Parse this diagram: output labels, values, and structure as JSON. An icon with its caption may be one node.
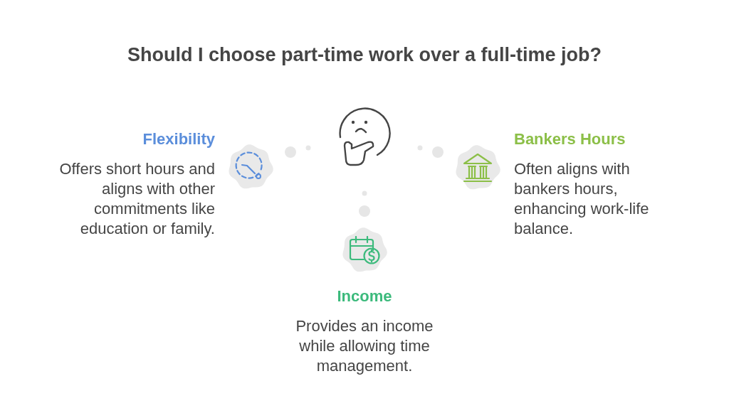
{
  "diagram": {
    "title": "Should I choose part-time work over a full-time job?",
    "nodes": [
      {
        "text": [],
        "shape": "cloud",
        "beside": [
          "Flexibility",
          "Offers short hours and aligns with other commitments like education or family."
        ]
      },
      {
        "text": [],
        "shape": "cloud",
        "beside": [
          "Bankers Hours",
          "Often aligns with bankers hours, enhancing work-life balance."
        ]
      },
      {
        "text": [],
        "shape": "cloud",
        "beside": [
          "Income",
          "Provides an income while allowing time management."
        ]
      }
    ]
  }
}
